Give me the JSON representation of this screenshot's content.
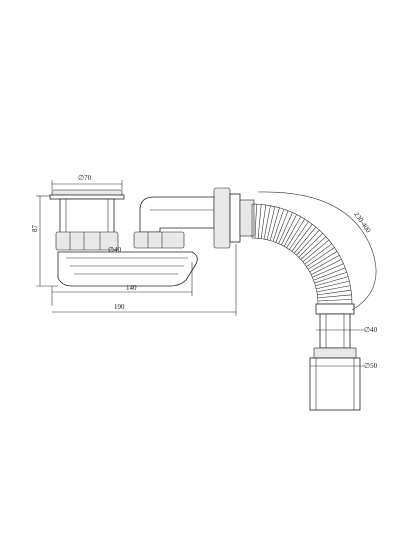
{
  "labels": {
    "top_diameter": "∅70",
    "height": "87",
    "inner_diameter": "∅40",
    "length_short": "140",
    "length_long": "190",
    "hose_range": "230-400",
    "outlet_diameter_small": "∅40",
    "outlet_diameter_large": "∅50"
  }
}
